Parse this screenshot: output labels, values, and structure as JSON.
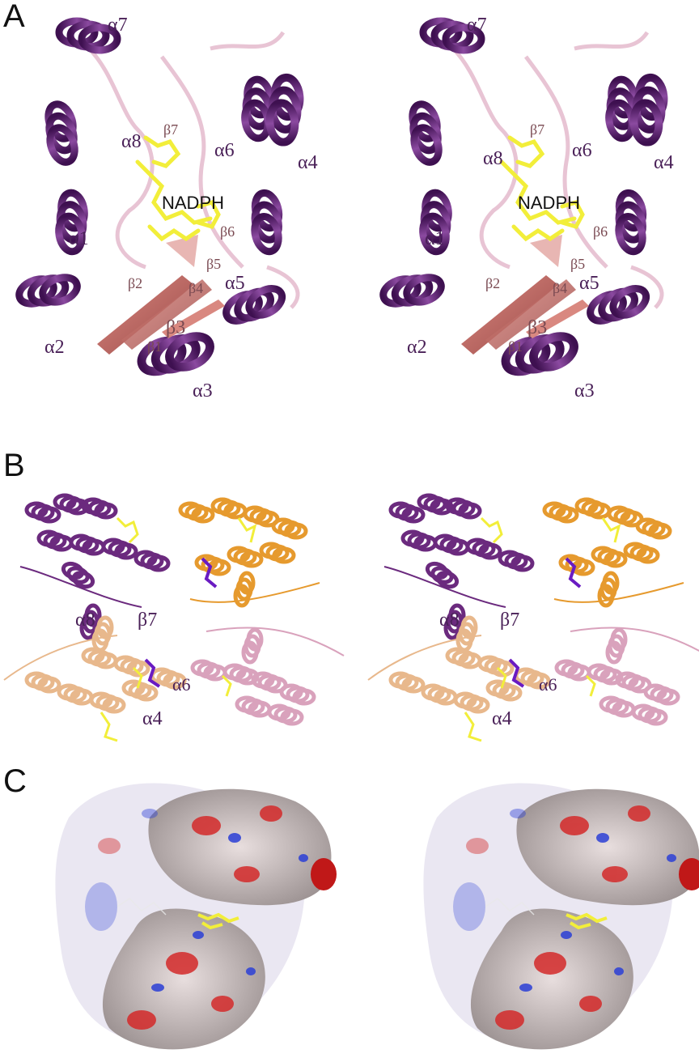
{
  "panels": {
    "a": {
      "letter": "A",
      "ligand_label": "NADPH",
      "helix_labels": [
        "α7",
        "α8",
        "α6",
        "α4",
        "α1",
        "α5",
        "α2",
        "α3"
      ],
      "strand_labels": [
        "β7",
        "β6",
        "β5",
        "β2",
        "β4",
        "β3",
        "β1"
      ]
    },
    "b": {
      "letter": "B",
      "labels": [
        "α8",
        "β7",
        "α6",
        "α4"
      ]
    },
    "c": {
      "letter": "C"
    }
  },
  "colors": {
    "helix_purple": "#6b2a7e",
    "helix_dark": "#4d1a5e",
    "loop_pink": "#e8c4d4",
    "strand_salmon": "#c8706e",
    "ligand_yellow": "#f2ee3a",
    "chain_orange": "#e69a2e",
    "chain_tan": "#e8b88c",
    "chain_pink": "#d9a2bc",
    "surface_red": "#d42a2a",
    "surface_blue": "#2b3fd6",
    "surface_grey": "#c8c0c0"
  }
}
